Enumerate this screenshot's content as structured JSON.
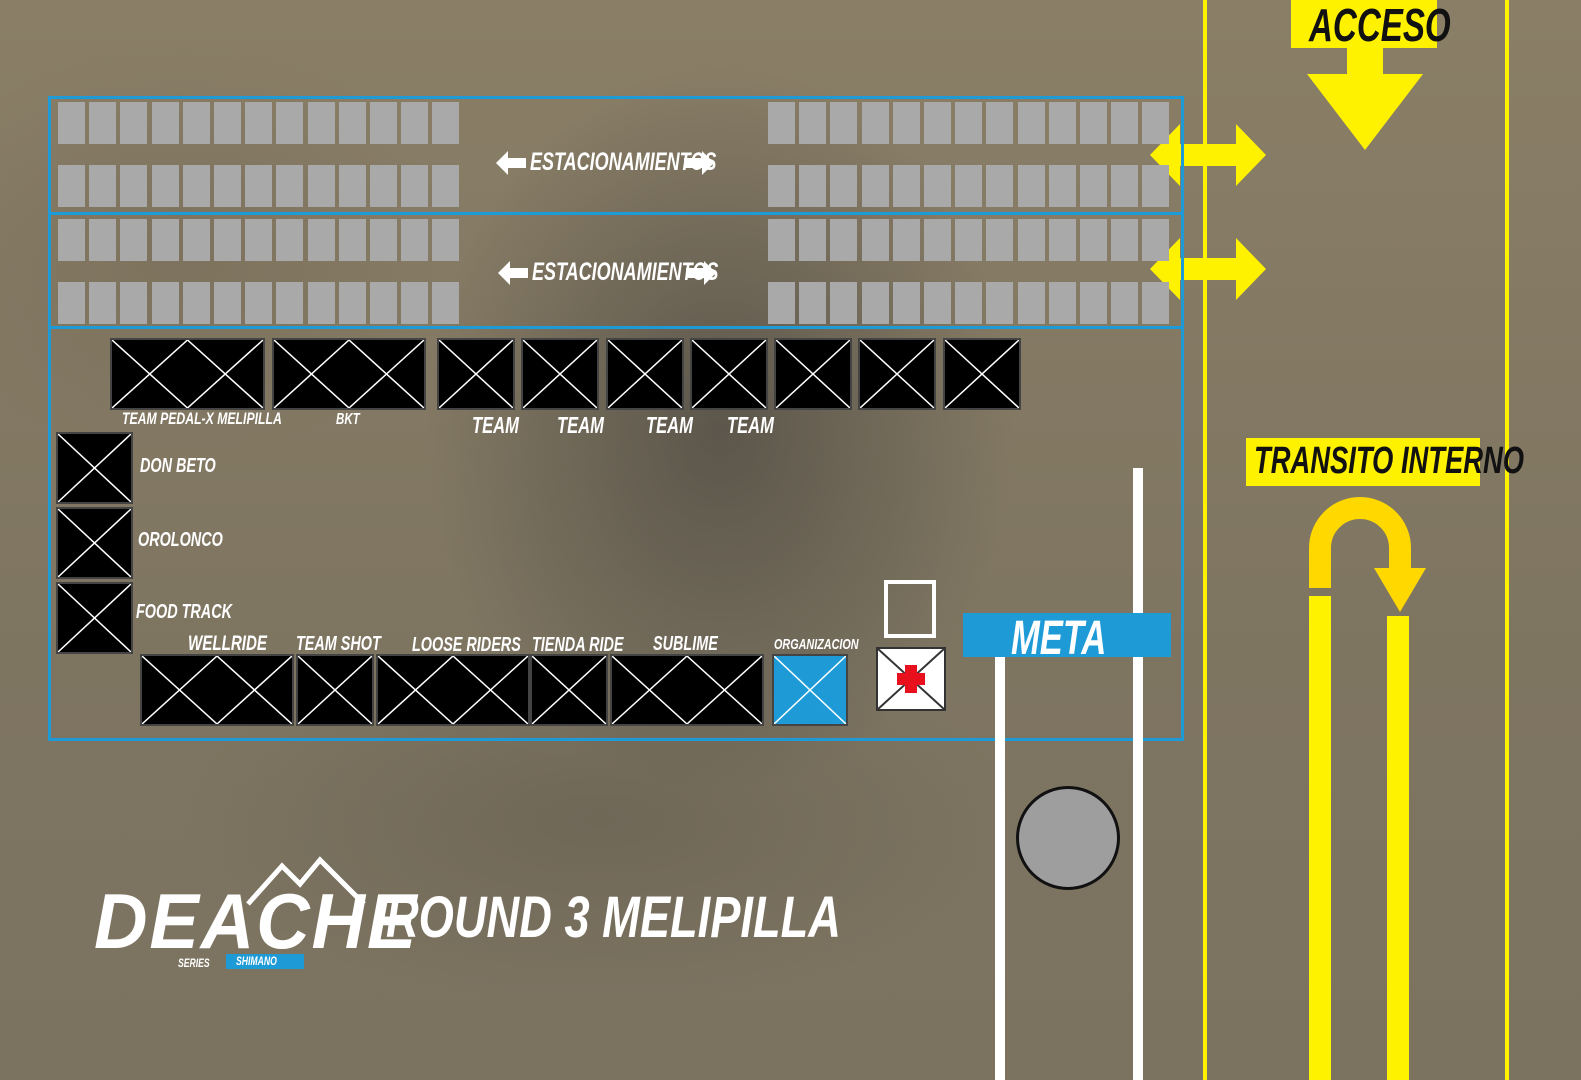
{
  "parking": {
    "label_1": "ESTACIONAMIENTOS",
    "label_2": "ESTACIONAMIENTOS"
  },
  "stands_top": [
    {
      "label": "TEAM PEDAL-X MELIPILLA"
    },
    {
      "label": "BKT"
    },
    {
      "label": "TEAM"
    },
    {
      "label": "TEAM"
    },
    {
      "label": "TEAM"
    },
    {
      "label": "TEAM"
    }
  ],
  "stands_left": [
    {
      "label": "DON BETO"
    },
    {
      "label": "OROLONCO"
    },
    {
      "label": "FOOD TRACK"
    }
  ],
  "stands_bottom": [
    {
      "label": "WELLRIDE"
    },
    {
      "label": "TEAM SHOT"
    },
    {
      "label": "LOOSE RIDERS"
    },
    {
      "label": "TIENDA RIDE"
    },
    {
      "label": "SUBLIME"
    },
    {
      "label": "ORGANIZACION"
    }
  ],
  "finish": {
    "label": "META"
  },
  "road": {
    "access_label": "ACCESO",
    "internal_label": "TRANSITO INTERNO"
  },
  "brand": {
    "logo_text": "DEACHE",
    "series": "SERIES",
    "sponsor": "SHIMANO",
    "event_title": "ROUND 3 MELIPILLA"
  },
  "colors": {
    "frame": "#1e9bd7",
    "road_yellow": "#fff200",
    "stand": "#000000",
    "organizacion": "#1e9bd7",
    "medical_cross": "#e8101c",
    "slot": "#a9a9a9"
  }
}
